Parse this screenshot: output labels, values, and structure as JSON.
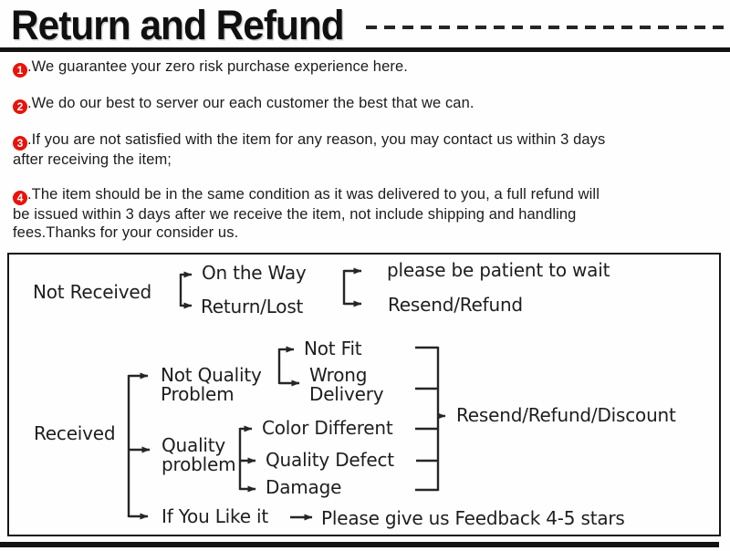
{
  "header": {
    "title": "Return and Refund"
  },
  "policy": {
    "items": [
      {
        "num": "1",
        "text": ".We guarantee your zero risk purchase experience here."
      },
      {
        "num": "2",
        "text": ".We do our best to server our each customer the best that we can."
      },
      {
        "num": "3",
        "text": ".If you are not satisfied with the item for any reason, you may contact us within 3 days\nafter receiving the item;"
      },
      {
        "num": "4",
        "text": ".The item should be in the same condition as it was delivered to you, a full refund will\nbe issued within 3 days after we receive the item, not include shipping and handling\nfees.Thanks for your consider us."
      }
    ]
  },
  "flowchart": {
    "nodes": {
      "not_received": "Not Received",
      "on_the_way": "On the Way",
      "return_lost": "Return/Lost",
      "be_patient": "please be patient to wait",
      "resend_refund": "Resend/Refund",
      "received": "Received",
      "not_quality_problem": "Not Quality\nProblem",
      "not_fit": "Not Fit",
      "wrong_delivery": "Wrong\nDelivery",
      "quality_problem": "Quality\nproblem",
      "color_different": "Color Different",
      "quality_defect": "Quality Defect",
      "damage": "Damage",
      "resend_refund_discount": "Resend/Refund/Discount",
      "if_you_like": "If You Like it",
      "feedback": "Please give us Feedback 4-5 stars"
    }
  },
  "colors": {
    "bullet_red": "#e8130b",
    "ink": "#1c1c1c",
    "line": "#262626"
  }
}
